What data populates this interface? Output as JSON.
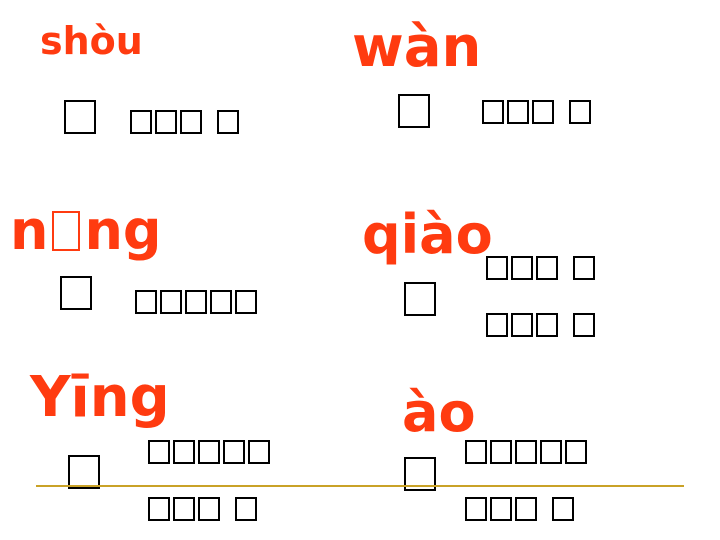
{
  "entries": [
    {
      "pinyin": "shòu"
    },
    {
      "pinyin": "wàn"
    },
    {
      "pinyin_start": "n",
      "pinyin_end": "ng"
    },
    {
      "pinyin": "qiào"
    },
    {
      "pinyin": "Yīng"
    },
    {
      "pinyin": "ào"
    }
  ],
  "colors": {
    "pinyin": "#ff3b10",
    "rule": "#c9a227",
    "box_border": "#000000"
  }
}
